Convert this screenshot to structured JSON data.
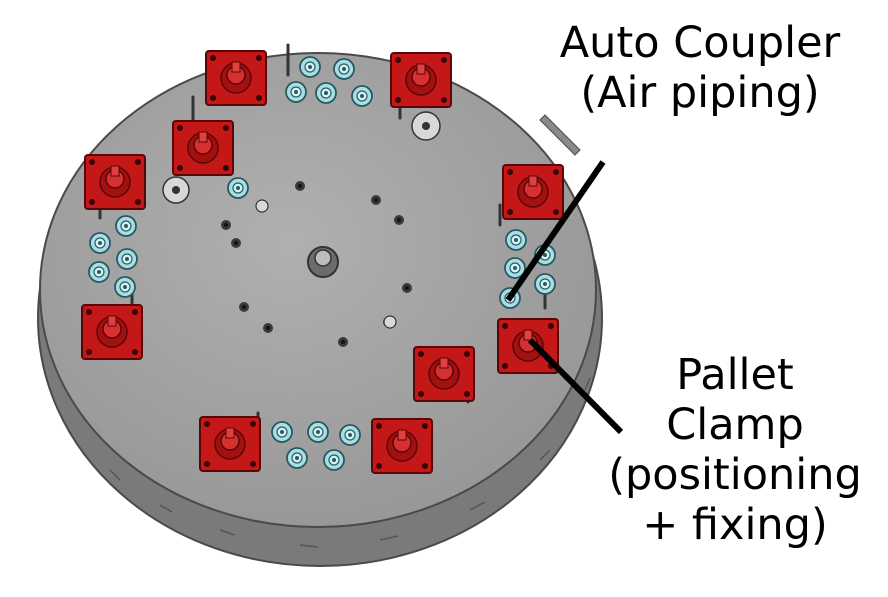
{
  "labels": {
    "auto_coupler": {
      "line1": "Auto Coupler",
      "line2": "(Air piping)"
    },
    "pallet_clamp": {
      "line1": "Pallet",
      "line2": "Clamp",
      "line3": "(positioning",
      "line4": "+ fixing)"
    }
  },
  "colors": {
    "plate_top": "#a1a1a1",
    "plate_edge": "#7a7a7a",
    "clamp_red": "#c41818",
    "clamp_dark": "#6a0808",
    "coupler_cyan": "#a8dfe6",
    "coupler_dark": "#2a5a60",
    "leader_line": "#000000"
  }
}
